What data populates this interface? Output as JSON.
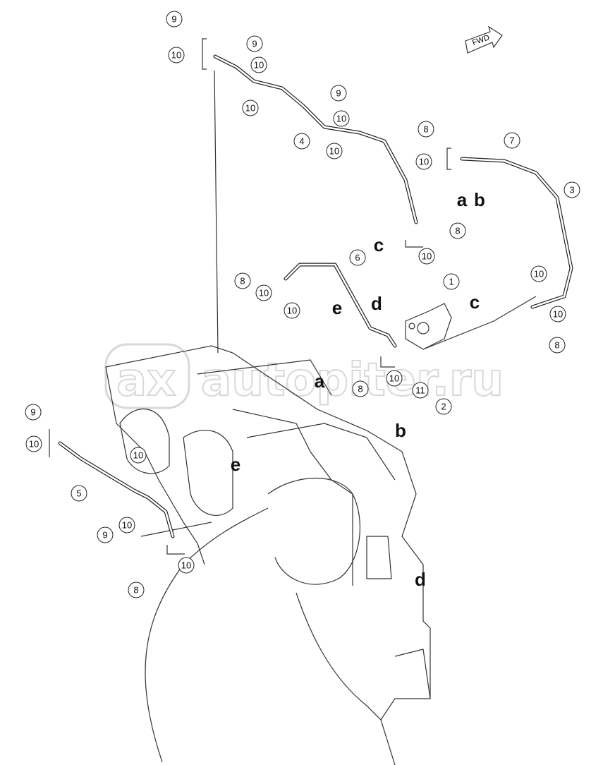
{
  "diagram": {
    "fwd_label": "FWD",
    "watermark": "autopiter.ru",
    "watermark_logo": "ax",
    "callouts": [
      "9",
      "10",
      "9",
      "10",
      "9",
      "10",
      "10",
      "4",
      "10",
      "8",
      "10",
      "7",
      "3",
      "8",
      "10",
      "6",
      "8",
      "10",
      "10",
      "1",
      "10",
      "10",
      "8",
      "8",
      "10",
      "11",
      "2",
      "9",
      "10",
      "10",
      "5",
      "9",
      "10",
      "8",
      "10"
    ],
    "letters": [
      "a",
      "b",
      "c",
      "e",
      "d",
      "c",
      "a",
      "b",
      "e",
      "d"
    ],
    "colors": {
      "line": "#333333",
      "watermark": "#d8d8d8"
    }
  }
}
